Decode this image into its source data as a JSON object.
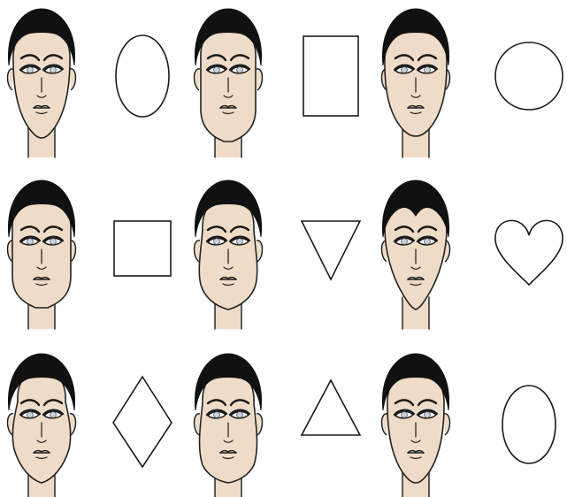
{
  "colors": {
    "background": "#ffffff",
    "skin": "#efdcc8",
    "hair": "#111111",
    "outline": "#1a1a1a",
    "eye_white": "#ffffff",
    "iris": "#c9d3dc"
  },
  "grid": {
    "rows": 3,
    "cols": 3
  },
  "pairs": [
    {
      "face": "oval",
      "shape": "oval",
      "shape_icon": "oval-icon"
    },
    {
      "face": "rectangle",
      "shape": "rectangle",
      "shape_icon": "rectangle-icon"
    },
    {
      "face": "round",
      "shape": "circle",
      "shape_icon": "circle-icon"
    },
    {
      "face": "square",
      "shape": "square",
      "shape_icon": "square-icon"
    },
    {
      "face": "triangle",
      "shape": "inverted-triangle",
      "shape_icon": "inverted-triangle-icon"
    },
    {
      "face": "heart",
      "shape": "heart",
      "shape_icon": "heart-icon"
    },
    {
      "face": "diamond",
      "shape": "diamond",
      "shape_icon": "diamond-icon"
    },
    {
      "face": "triangle-base",
      "shape": "triangle",
      "shape_icon": "triangle-icon"
    },
    {
      "face": "oblong-oval",
      "shape": "oval-tall",
      "shape_icon": "oval-icon"
    }
  ]
}
